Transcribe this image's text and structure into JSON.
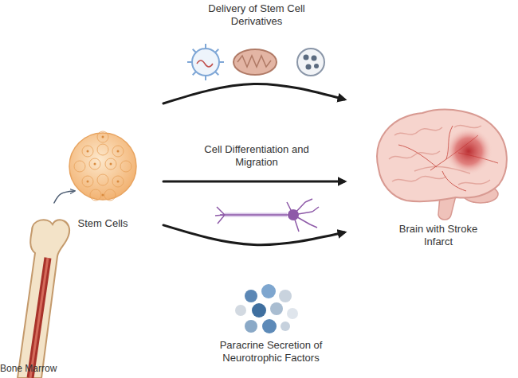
{
  "diagram": {
    "nodes": [
      {
        "text": [
          "Bone Marrow"
        ]
      },
      {
        "text": [
          "Stem Cells"
        ]
      },
      {
        "text": [
          "Brain with Stroke Infarct"
        ]
      }
    ],
    "edges": [
      {
        "from": 0,
        "to": 1,
        "arrow": "to"
      },
      {
        "from": 1,
        "to": 2,
        "arrow": "to",
        "label": "Delivery of Stem Cell Derivatives"
      },
      {
        "from": 1,
        "to": 2,
        "arrow": "to",
        "label": "Cell Differentiation and Migration"
      },
      {
        "from": 1,
        "to": 2,
        "arrow": "to",
        "label": "Paracrine Secretion of Neurotrophic Factors"
      }
    ]
  }
}
